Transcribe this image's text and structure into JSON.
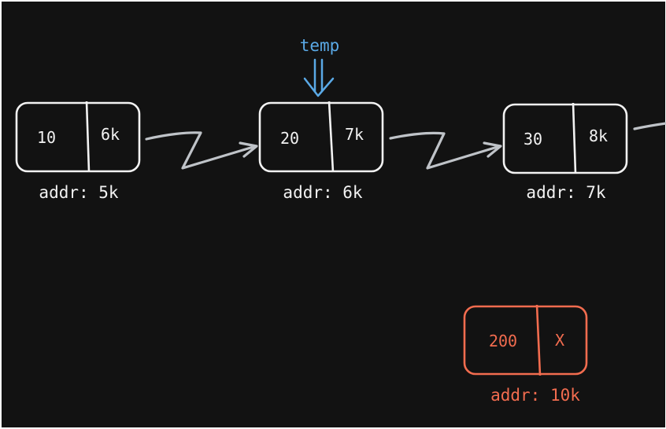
{
  "colors": {
    "background": "#121212",
    "node_stroke": "#f2f2f2",
    "arrow": "#bfc3c8",
    "pointer": "#5aa9e6",
    "new_node": "#f26c4f"
  },
  "pointer": {
    "label": "temp"
  },
  "nodes": [
    {
      "value": "10",
      "next": "6k",
      "addr": "addr: 5k"
    },
    {
      "value": "20",
      "next": "7k",
      "addr": "addr: 6k"
    },
    {
      "value": "30",
      "next": "8k",
      "addr": "addr: 7k"
    }
  ],
  "new_node": {
    "value": "200",
    "next": "X",
    "addr": "addr: 10k"
  }
}
